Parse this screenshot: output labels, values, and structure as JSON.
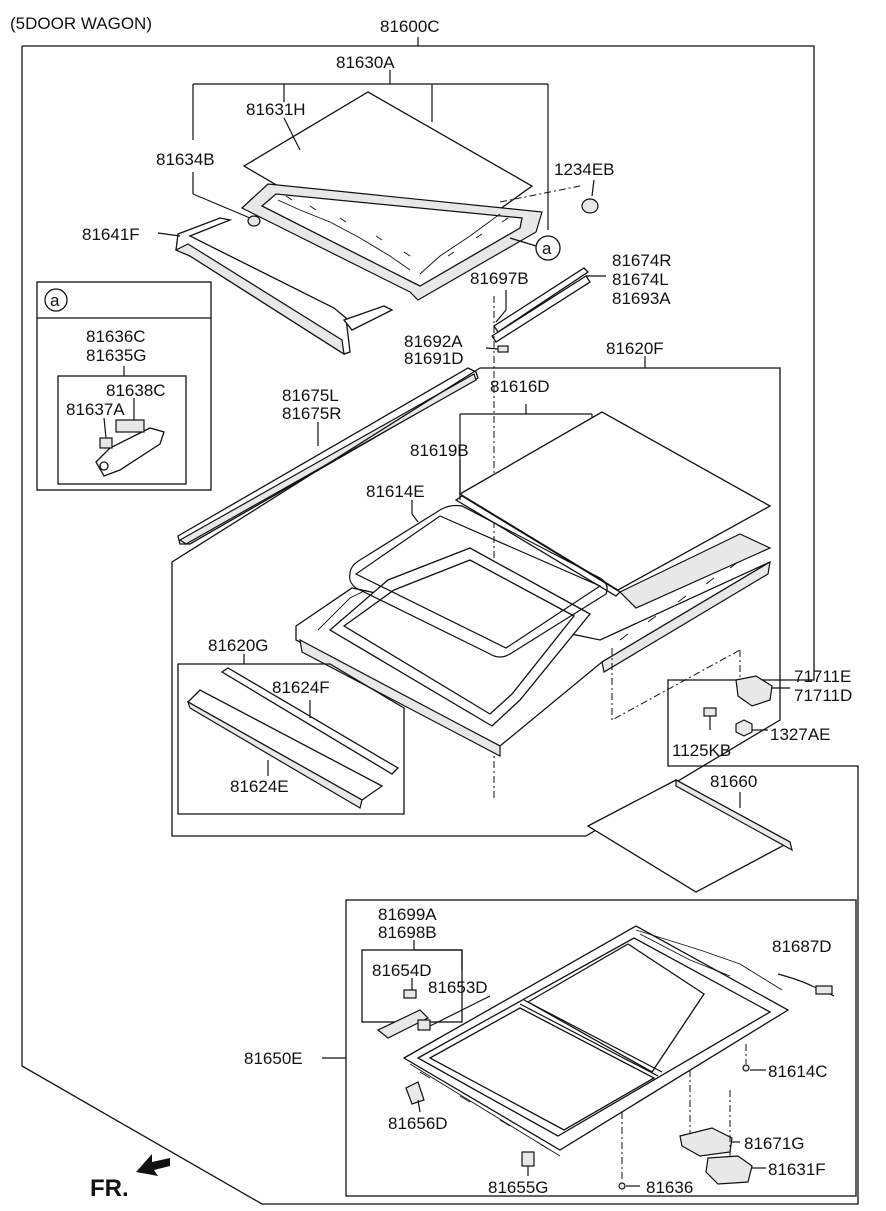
{
  "header": {
    "title": "(5DOOR WAGON)"
  },
  "callout_marker": "a",
  "inset_a": {
    "marker": "a"
  },
  "front_indicator": "FR.",
  "labels": {
    "l81600C": "81600C",
    "l81630A": "81630A",
    "l81631H": "81631H",
    "l81634B": "81634B",
    "l1234EB": "1234EB",
    "l81641F": "81641F",
    "l81674R": "81674R",
    "l81674L": "81674L",
    "l81693A": "81693A",
    "l81697B": "81697B",
    "l81636C": "81636C",
    "l81635G": "81635G",
    "l81638C": "81638C",
    "l81637A": "81637A",
    "l81692A": "81692A",
    "l81691D": "81691D",
    "l81620F": "81620F",
    "l81616D": "81616D",
    "l81675L": "81675L",
    "l81675R": "81675R",
    "l81619B": "81619B",
    "l81614E": "81614E",
    "l81620G": "81620G",
    "l81624F": "81624F",
    "l81624E": "81624E",
    "l71711E": "71711E",
    "l71711D": "71711D",
    "l1327AE": "1327AE",
    "l1125KB": "1125KB",
    "l81660": "81660",
    "l81699A": "81699A",
    "l81698B": "81698B",
    "l81654D": "81654D",
    "l81653D": "81653D",
    "l81687D": "81687D",
    "l81650E": "81650E",
    "l81614C": "81614C",
    "l81656D": "81656D",
    "l81671G": "81671G",
    "l81631F": "81631F",
    "l81655G": "81655G",
    "l81636": "81636"
  }
}
